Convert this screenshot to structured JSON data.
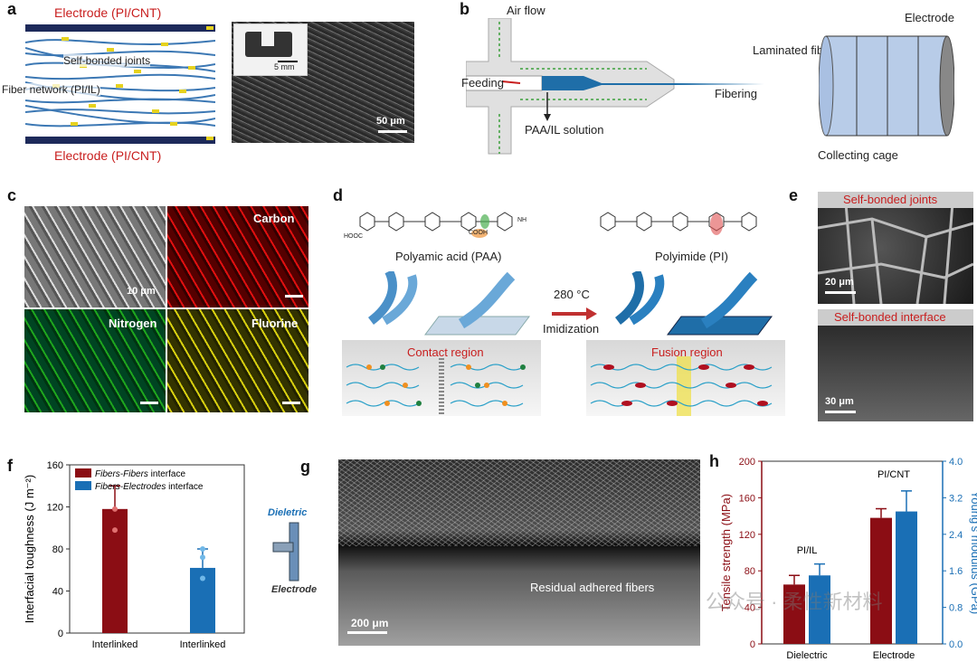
{
  "panels": {
    "a": {
      "letter": "a",
      "electrode_top": "Electrode (PI/CNT)",
      "electrode_bottom": "Electrode (PI/CNT)",
      "joints_label": "Self-bonded joints",
      "network_label": "Fiber network (PI/IL)",
      "inset_scale": "5 mm",
      "sem_scale": "50 μm"
    },
    "b": {
      "letter": "b",
      "air_flow": "Air flow",
      "feeding": "Feeding",
      "solution": "PAA/IL solution",
      "fibering": "Fibering",
      "laminated": "Laminated fibers",
      "electrode": "Electrode",
      "cage": "Collecting cage"
    },
    "c": {
      "letter": "c",
      "scale": "10 μm",
      "carbon": "Carbon",
      "nitrogen": "Nitrogen",
      "fluorine": "Fluorine"
    },
    "d": {
      "letter": "d",
      "paa": "Polyamic acid (PAA)",
      "pi": "Polyimide (PI)",
      "temp": "280 °C",
      "imidization": "Imidization",
      "contact": "Contact region",
      "fusion": "Fusion region",
      "chem_cooh": "HOOC",
      "chem_nh": "NH",
      "chem_cooh2": "COOH"
    },
    "e": {
      "letter": "e",
      "joints": "Self-bonded joints",
      "interface": "Self-bonded interface",
      "scale1": "20 μm",
      "scale2": "30 μm"
    },
    "f": {
      "letter": "f"
    },
    "g": {
      "letter": "g",
      "dielectric": "Dieletric",
      "electrode": "Electrode",
      "residual": "Residual adhered fibers",
      "scale": "200 μm"
    },
    "h": {
      "letter": "h",
      "watermark": "公众号 · 柔性新材料"
    }
  },
  "colors": {
    "red_series": "#8b0d14",
    "blue_series": "#1a6fb5",
    "text_red": "#c81e1e",
    "carbon": "#d01010",
    "nitrogen": "#1ea61e",
    "fluorine": "#c8c000"
  },
  "chart_data": [
    {
      "id": "f",
      "type": "bar",
      "ylabel": "Interfacial toughness (J m⁻²)",
      "ylim": [
        0,
        160
      ],
      "yticks": [
        "0",
        "40",
        "80",
        "120",
        "160"
      ],
      "categories": [
        "Interlinked",
        "Interlinked"
      ],
      "series": [
        {
          "name": "Fibers-Fibers interface",
          "values": [
            118
          ],
          "error": 22,
          "points": [
            118,
            98
          ]
        },
        {
          "name": "Fibers-Electrodes interface",
          "values": [
            62
          ],
          "error": 18,
          "points": [
            80,
            52,
            72
          ]
        }
      ],
      "legend": [
        "Fibers-Fibers interface",
        "Fibers-Electrodes interface"
      ],
      "legend_italic": [
        "Fibers-Fibers",
        "Fibers-Electrodes"
      ],
      "legend_rest": [
        " interface",
        " interface"
      ]
    },
    {
      "id": "h",
      "type": "bar",
      "ylabel_left": "Tensile strength (MPa)",
      "ylabel_right": "Young's modulus (GPa)",
      "ylim_left": [
        0,
        200
      ],
      "ylim_right": [
        0,
        4.0
      ],
      "yticks_left": [
        "0",
        "40",
        "80",
        "120",
        "160",
        "200"
      ],
      "yticks_right": [
        "0.0",
        "0.8",
        "1.6",
        "2.4",
        "3.2",
        "4.0"
      ],
      "categories": [
        "Dielectric",
        "Electrode"
      ],
      "group_labels": [
        "PI/IL",
        "PI/CNT"
      ],
      "series": [
        {
          "name": "Tensile strength",
          "axis": "left",
          "values": [
            65,
            138
          ],
          "error": [
            10,
            10
          ]
        },
        {
          "name": "Young's modulus",
          "axis": "right",
          "values": [
            1.5,
            2.9
          ],
          "error": [
            0.25,
            0.45
          ]
        }
      ]
    }
  ]
}
